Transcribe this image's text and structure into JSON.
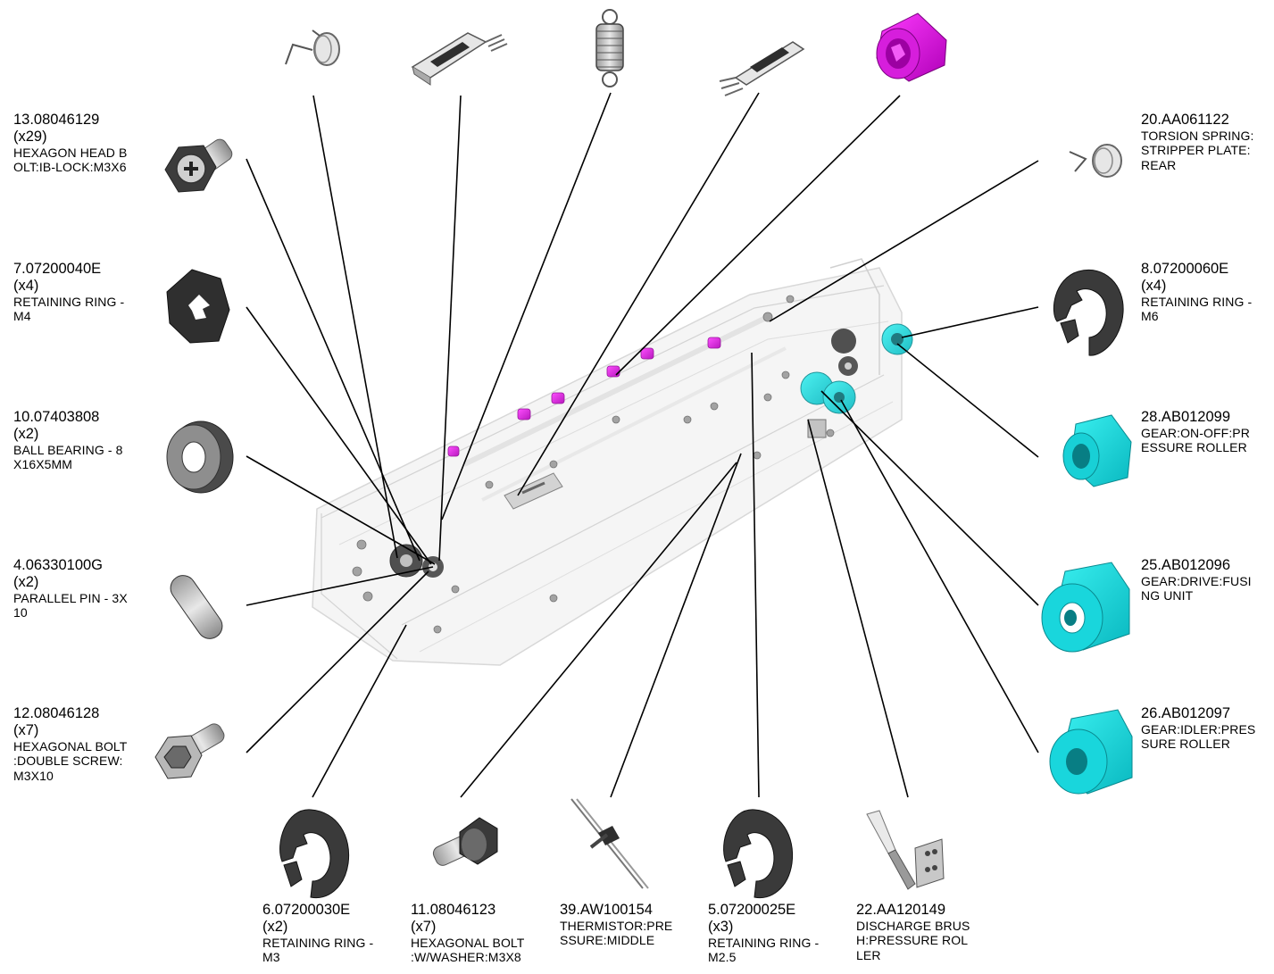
{
  "colors": {
    "highlight_magenta": "#e010e6",
    "highlight_cyan": "#14dede",
    "part_grey": "#3a3a3a",
    "leader": "#000000"
  },
  "callouts": {
    "c13": {
      "part_no": "13.08046129",
      "qty": "(x29)",
      "desc": [
        "HEXAGON HEAD B",
        "OLT:IB-LOCK:M3X6"
      ],
      "icon": "hexagon-head-bolt-icon"
    },
    "c7": {
      "part_no": "7.07200040E",
      "qty": "(x4)",
      "desc": [
        "RETAINING RING -",
        "M4"
      ],
      "icon": "retaining-ring-m4-icon"
    },
    "c10": {
      "part_no": "10.07403808",
      "qty": "(x2)",
      "desc": [
        "BALL BEARING - 8",
        "X16X5MM"
      ],
      "icon": "ball-bearing-icon"
    },
    "c4": {
      "part_no": "4.06330100G",
      "qty": "(x2)",
      "desc": [
        "PARALLEL PIN - 3X",
        "10"
      ],
      "icon": "parallel-pin-icon"
    },
    "c12": {
      "part_no": "12.08046128",
      "qty": "(x7)",
      "desc": [
        "HEXAGONAL BOLT",
        ":DOUBLE SCREW:",
        "M3X10"
      ],
      "icon": "hexagonal-bolt-icon"
    },
    "c20": {
      "part_no": "20.AA061122",
      "qty": "",
      "desc": [
        "TORSION SPRING:",
        "STRIPPER PLATE:",
        "REAR"
      ],
      "icon": "torsion-spring-icon"
    },
    "c8": {
      "part_no": "8.07200060E",
      "qty": "(x4)",
      "desc": [
        "RETAINING RING -",
        "M6"
      ],
      "icon": "retaining-ring-m6-icon"
    },
    "c28": {
      "part_no": "28.AB012099",
      "qty": "",
      "desc": [
        "GEAR:ON-OFF:PR",
        "ESSURE ROLLER"
      ],
      "icon": "gear-on-off-icon"
    },
    "c25": {
      "part_no": "25.AB012096",
      "qty": "",
      "desc": [
        "GEAR:DRIVE:FUSI",
        "NG UNIT"
      ],
      "icon": "gear-drive-icon"
    },
    "c26": {
      "part_no": "26.AB012097",
      "qty": "",
      "desc": [
        "GEAR:IDLER:PRES",
        "SURE ROLLER"
      ],
      "icon": "gear-idler-icon"
    },
    "c6": {
      "part_no": "6.07200030E",
      "qty": "(x2)",
      "desc": [
        "RETAINING RING -",
        "M3"
      ],
      "icon": "retaining-ring-m3-icon"
    },
    "c11": {
      "part_no": "11.08046123",
      "qty": "(x7)",
      "desc": [
        "HEXAGONAL BOLT",
        ":W/WASHER:M3X8"
      ],
      "icon": "hexagonal-bolt-washer-icon"
    },
    "c39": {
      "part_no": "39.AW100154",
      "qty": "",
      "desc": [
        "THERMISTOR:PRE",
        "SSURE:MIDDLE"
      ],
      "icon": "thermistor-icon"
    },
    "c5": {
      "part_no": "5.07200025E",
      "qty": "(x3)",
      "desc": [
        "RETAINING RING -",
        "M2.5"
      ],
      "icon": "retaining-ring-m2-5-icon"
    },
    "c22": {
      "part_no": "22.AA120149",
      "qty": "",
      "desc": [
        "DISCHARGE BRUS",
        "H:PRESSURE ROL",
        "LER"
      ],
      "icon": "discharge-brush-icon"
    }
  },
  "top_parts": [
    "torsion-spring-icon",
    "stripper-plate-icon",
    "tension-spring-icon",
    "stripper-plate-icon",
    "pressure-roller-icon"
  ]
}
